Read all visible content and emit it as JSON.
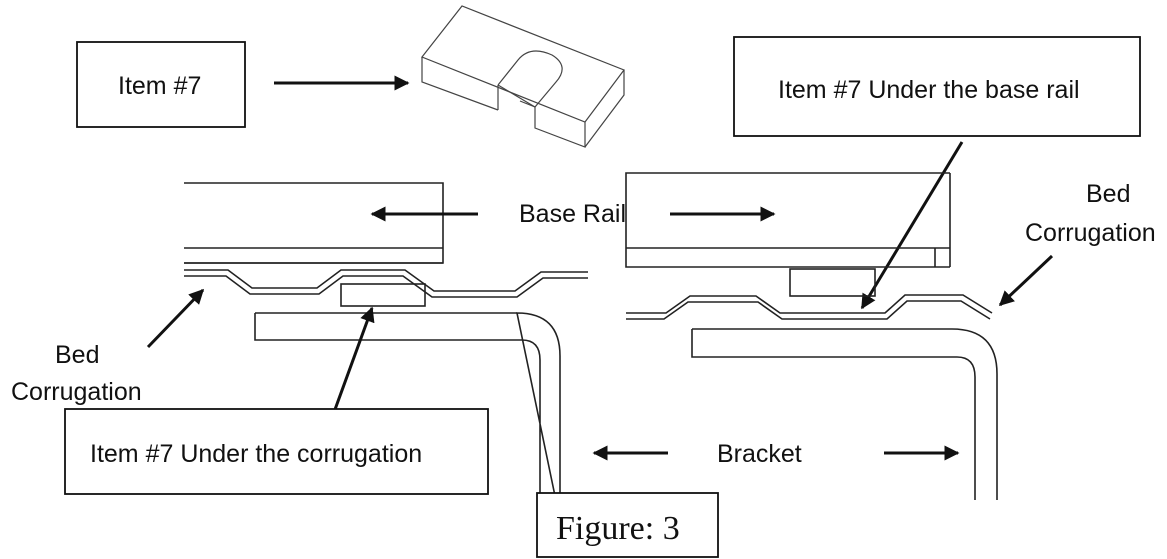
{
  "labels": {
    "item7": "Item #7",
    "item7_base_rail": "Item #7 Under the base rail",
    "base_rail": "Base Rail",
    "bed_corrugation_left_1": "Bed",
    "bed_corrugation_left_2": "Corrugation",
    "bed_corrugation_right_1": "Bed",
    "bed_corrugation_right_2": "Corrugation",
    "item7_corrugation": "Item #7 Under the corrugation",
    "bracket": "Bracket",
    "figure": "Figure: 3"
  },
  "colors": {
    "line": "#222222",
    "text": "#111111",
    "background": "#ffffff"
  }
}
